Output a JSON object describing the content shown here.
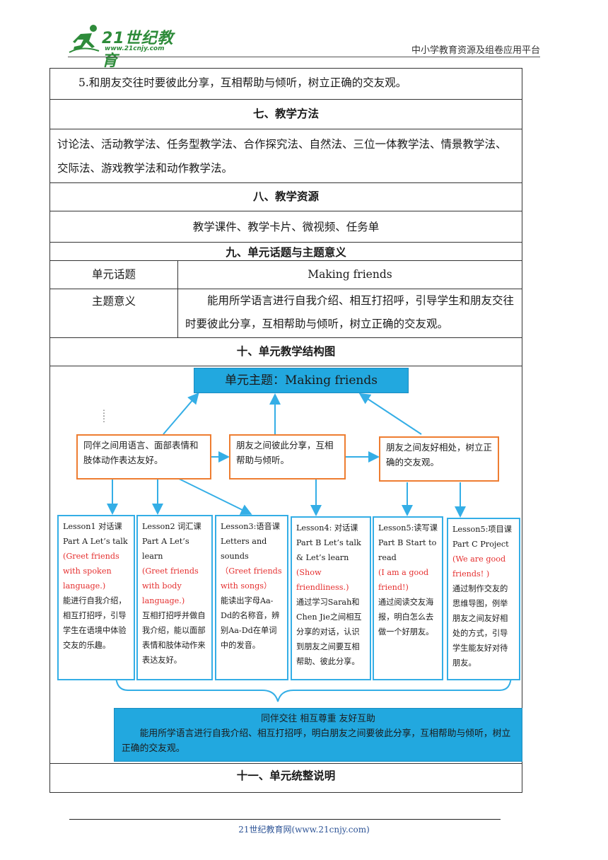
{
  "header": {
    "logo_name": "21世纪教育",
    "logo_url": "www.21cnjy.com",
    "platform": "中小学教育资源及组卷应用平台"
  },
  "doc": {
    "line5": "5.和朋友交往时要彼此分享，互相帮助与倾听，树立正确的交友观。",
    "sec7_title": "七、教学方法",
    "sec7_body": "讨论法、活动教学法、任务型教学法、合作探究法、自然法、三位一体教学法、情景教学法、交际法、游戏教学法和动作教学法。",
    "sec8_title": "八、教学资源",
    "sec8_body": "教学课件、教学卡片、微视频、任务单",
    "sec9_title": "九、单元话题与主题意义",
    "topic_label": "单元话题",
    "topic_value": "Making friends",
    "meaning_label": "主题意义",
    "meaning_value": "能用所学语言进行自我介绍、相互打招呼，引导学生和朋友交往时要彼此分享，互相帮助与倾听，树立正确的交友观。",
    "sec10_title": "十、单元教学结构图",
    "sec11_title": "十一、单元统整说明"
  },
  "diagram": {
    "topic": "单元主题：Making friends",
    "handle_icon": "drag-handle-icon",
    "goals": [
      "同伴之间用语言、面部表情和肢体动作表达友好。",
      "朋友之间彼此分享，互相帮助与倾听。",
      "朋友之间友好相处，树立正确的交友观。"
    ],
    "lessons": [
      {
        "l1": "Lesson1  对话课",
        "l2": "Part A Let’s talk",
        "red": "(Greet friends with spoken language.)",
        "body": "能进行自我介绍，相互打招呼，引导学生在语境中体验交友的乐趣。"
      },
      {
        "l1": "Lesson2  词汇课",
        "l2": "Part A Let’s learn",
        "red": "(Greet friends with body language.)",
        "body": "互相打招呼并做自我介绍，能以面部表情和肢体动作来表达友好。"
      },
      {
        "l1": "Lesson3:语音课",
        "l2": "Letters and sounds",
        "red": "（Greet friends with songs）",
        "body": "能读出字母Aa-Dd的名称音，辨别Aa-Dd在单词中的发音。"
      },
      {
        "l1": "Lesson4:  对话课",
        "l2": "Part B Let’s talk & Let’s learn",
        "red": "(Show friendliness.)",
        "body": "通过学习Sarah和Chen Jie之间相互分享的对话，认识到朋友之间要互相帮助、彼此分享。"
      },
      {
        "l1": "Lesson5:读写课",
        "l2": "Part B Start to read",
        "red": "(I am a good friend!)",
        "body": "通过阅读交友海报，明白怎么去做一个好朋友。"
      },
      {
        "l1": "Lesson5:项目课",
        "l2": "Part C Project",
        "red": "(We are good friends! )",
        "body": "通过制作交友的思维导图，例举朋友之间友好相处的方式，引导学生能友好对待朋友。"
      }
    ],
    "summary_title": "同伴交往  相互尊重  友好互助",
    "summary_body": "能用所学语言进行自我介绍、相互打招呼，明白朋友之间要彼此分享，互相帮助与倾听，树立正确的交友观。",
    "colors": {
      "topic_fill": "#22a8df",
      "goal_border": "#ee7d31",
      "lesson_border": "#34aee6",
      "emphasis": "#e53030"
    }
  },
  "footer": {
    "text": "21世纪教育网(www.21cnjy.com)"
  }
}
